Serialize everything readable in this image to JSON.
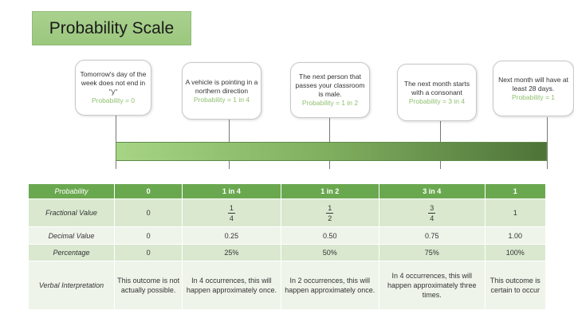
{
  "title": "Probability Scale",
  "callouts": [
    {
      "text": "Tomorrow's day of the week does not end in \"y\"",
      "prob": "Probability = 0"
    },
    {
      "text": "A vehicle is pointing in a northern direction",
      "prob": "Probability = 1 in 4"
    },
    {
      "text": "The next person that passes your classroom is male.",
      "prob": "Probability = 1 in 2"
    },
    {
      "text": "The next month starts with a consonant",
      "prob": "Probability = 3 in 4"
    },
    {
      "text": "Next month will have at least 28 days.",
      "prob": "Probability = 1"
    }
  ],
  "table": {
    "header": [
      "Probability",
      "0",
      "1 in 4",
      "1 in 2",
      "3 in 4",
      "1"
    ],
    "fractional": {
      "label": "Fractional Value",
      "values": [
        "0",
        {
          "n": "1",
          "d": "4"
        },
        {
          "n": "1",
          "d": "2"
        },
        {
          "n": "3",
          "d": "4"
        },
        "1"
      ]
    },
    "decimal": {
      "label": "Decimal Value",
      "values": [
        "0",
        "0.25",
        "0.50",
        "0.75",
        "1.00"
      ]
    },
    "percentage": {
      "label": "Percentage",
      "values": [
        "0",
        "25%",
        "50%",
        "75%",
        "100%"
      ]
    },
    "verbal": {
      "label": "Verbal Interpretation",
      "values": [
        "This outcome is not actually possible.",
        "In 4 occurrences, this will happen approximately once.",
        "In 2 occurrences, this will happen approximately once.",
        "In 4 occurrences, this will happen approximately three times.",
        "This outcome is certain to occur"
      ]
    }
  },
  "colors": {
    "accent": "#6aa84f",
    "title_bg": "#a9d18e",
    "prob_text": "#8fc06e"
  }
}
